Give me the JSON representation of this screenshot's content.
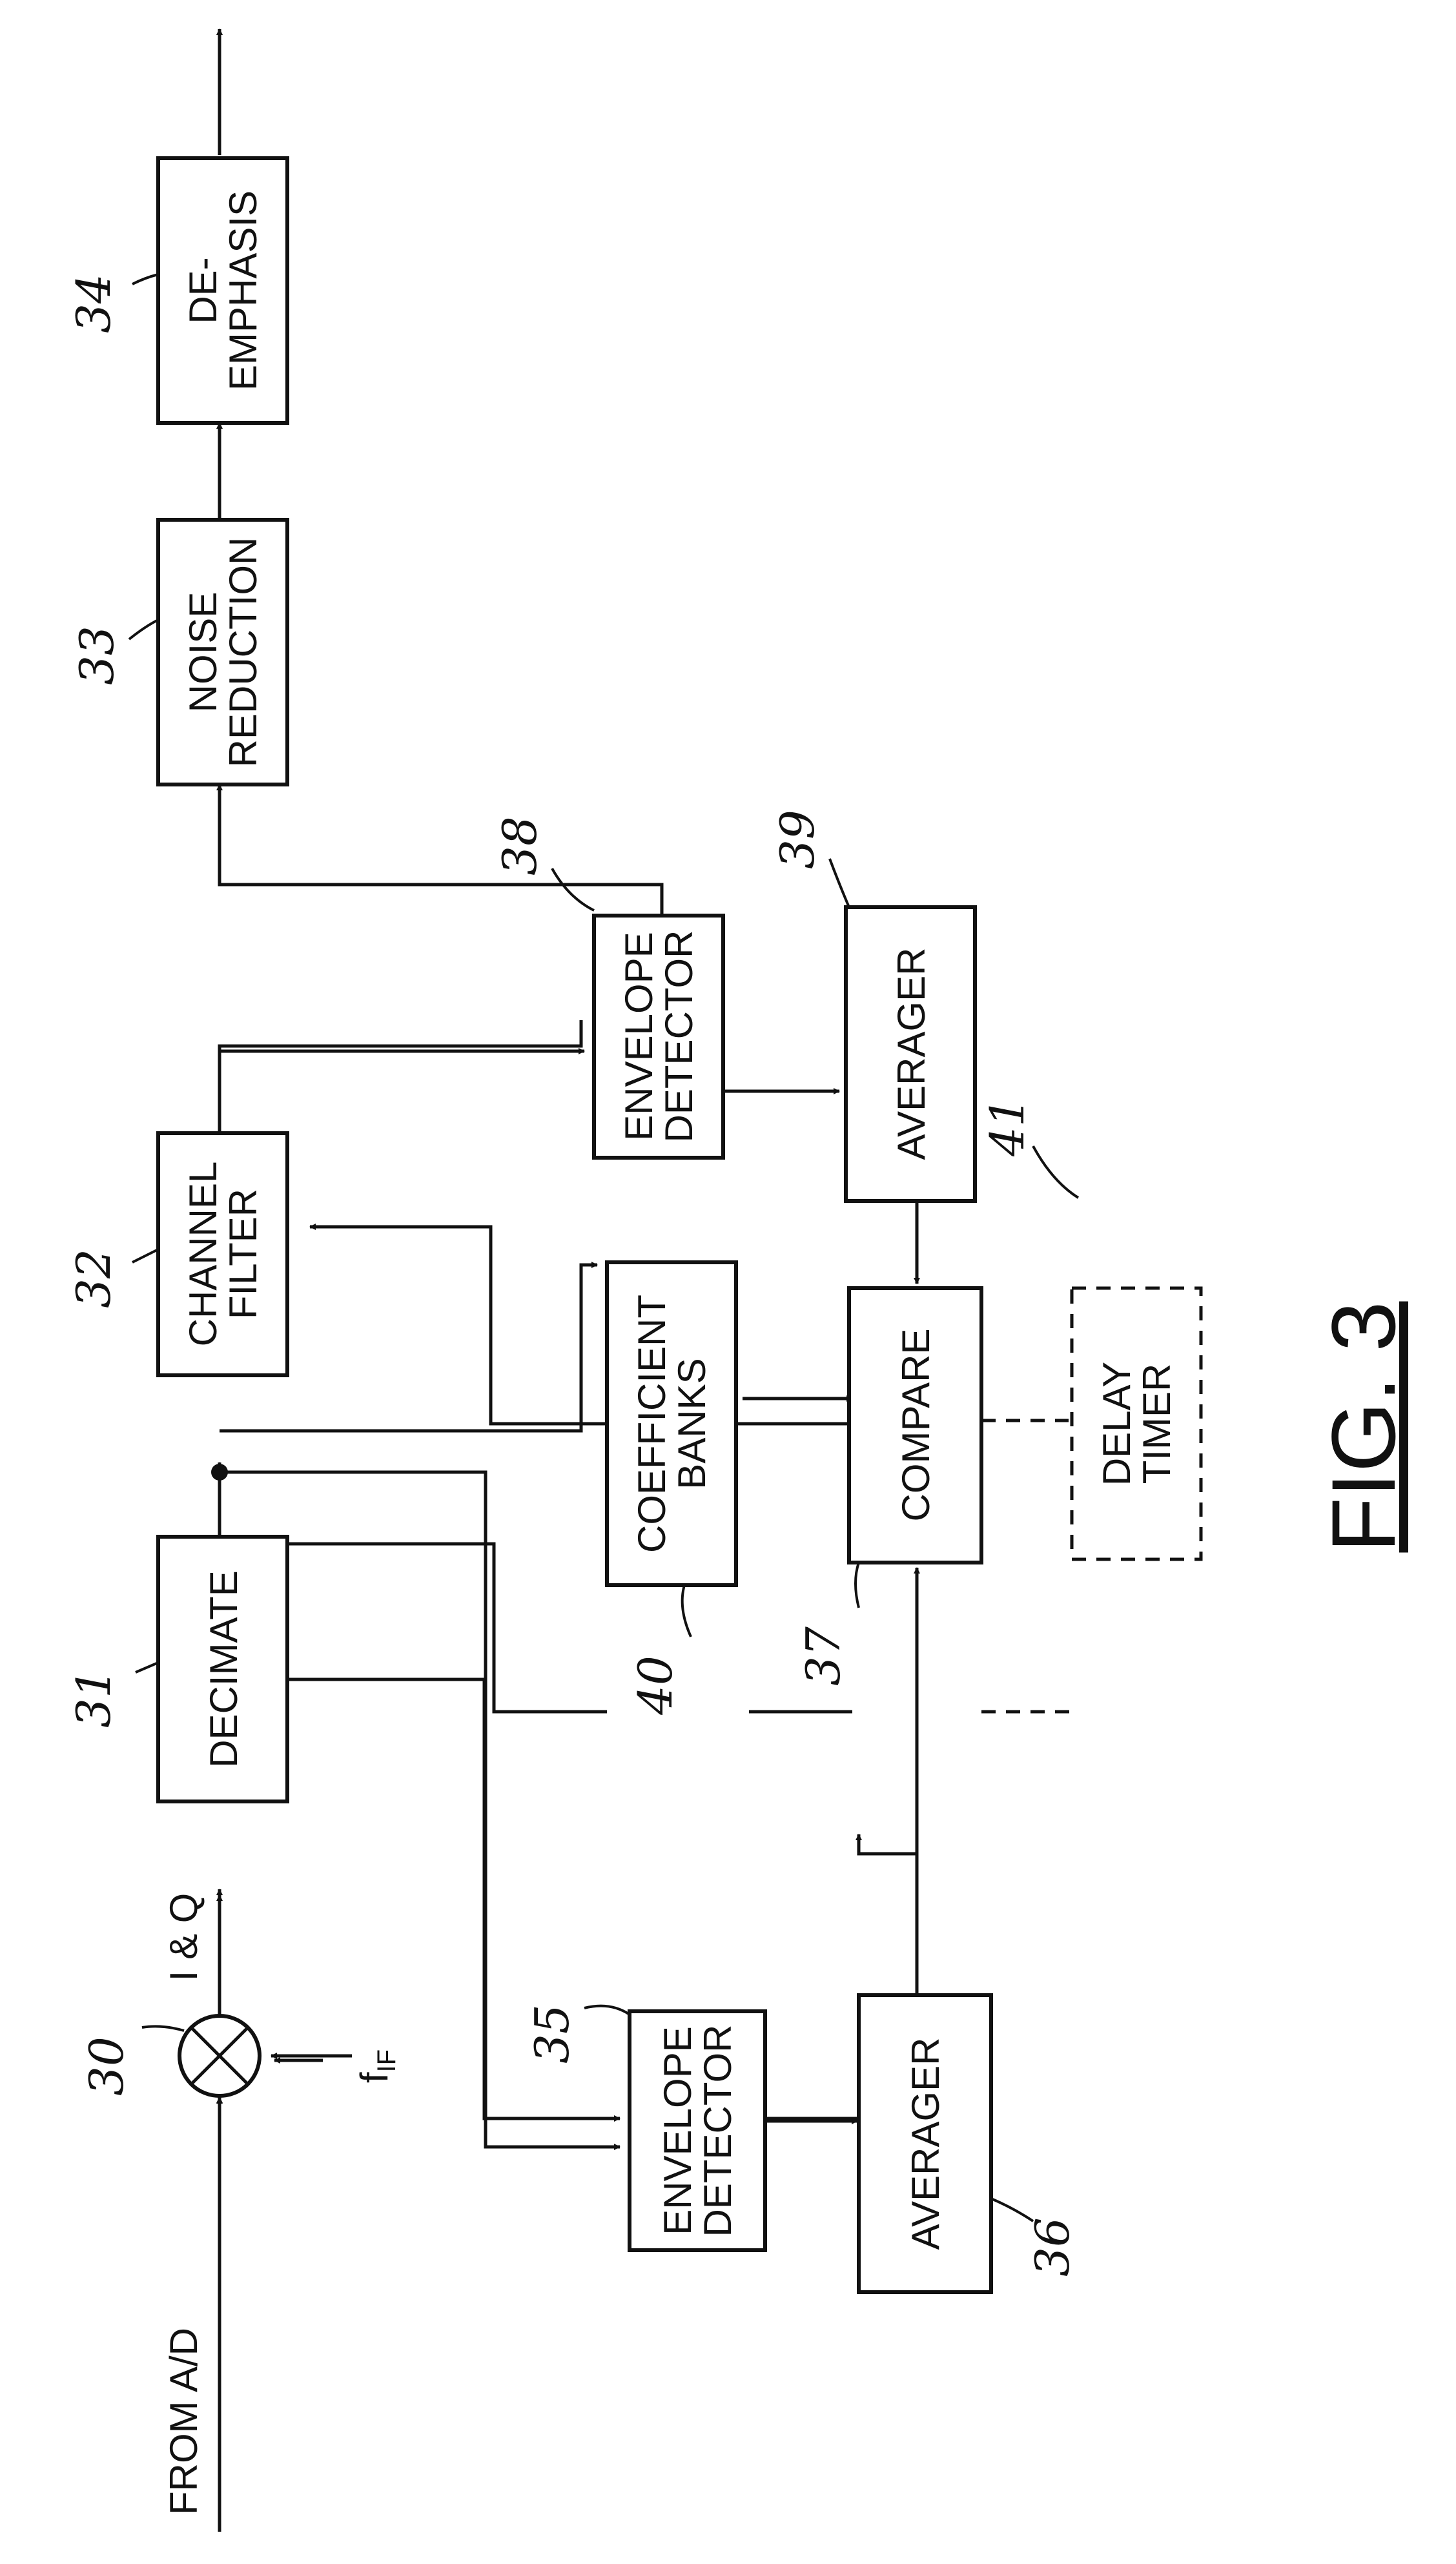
{
  "blocks": {
    "b31": {
      "num": "31",
      "lines": [
        "DECIMATE"
      ]
    },
    "b32": {
      "num": "32",
      "lines": [
        "CHANNEL",
        "FILTER"
      ]
    },
    "b33": {
      "num": "33",
      "lines": [
        "NOISE",
        "REDUCTION"
      ]
    },
    "b34": {
      "num": "34",
      "lines": [
        "DE-",
        "EMPHASIS"
      ]
    },
    "b35": {
      "num": "35",
      "lines": [
        "ENVELOPE",
        "DETECTOR"
      ]
    },
    "b36": {
      "num": "36",
      "lines": [
        "AVERAGER"
      ]
    },
    "b37": {
      "num": "37",
      "lines": [
        "COMPARE"
      ]
    },
    "b38": {
      "num": "38",
      "lines": [
        "ENVELOPE",
        "DETECTOR"
      ]
    },
    "b39": {
      "num": "39",
      "lines": [
        "AVERAGER"
      ]
    },
    "b40": {
      "num": "40",
      "lines": [
        "COEFFICIENT",
        "BANKS"
      ]
    },
    "b41": {
      "num": "41",
      "lines": [
        "DELAY",
        "TIMER"
      ]
    }
  },
  "mixer": {
    "num": "30"
  },
  "signals": {
    "input": "FROM A/D",
    "iq": "I & Q",
    "fif_main": "f",
    "fif_sub": "IF"
  },
  "figure": {
    "label": "FIG. 3"
  }
}
